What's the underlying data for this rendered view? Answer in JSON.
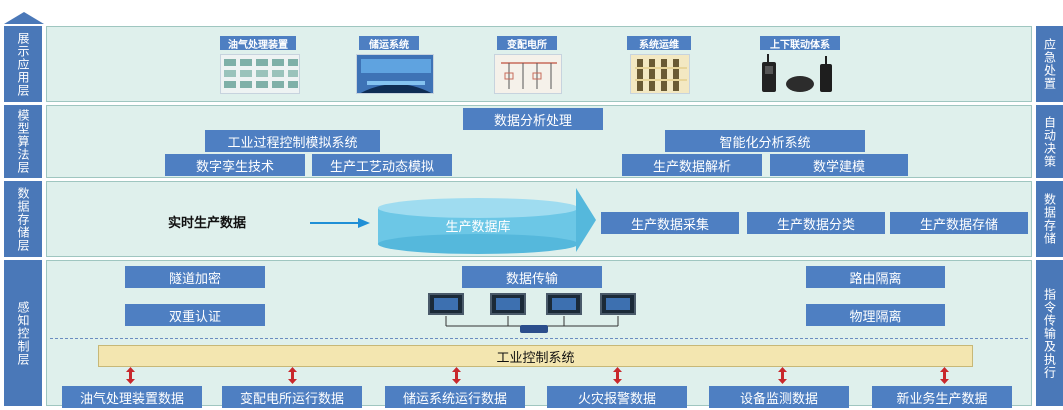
{
  "colors": {
    "side_bar": "#4a78b8",
    "layer_bg": "#dff0ec",
    "chip": "#4e7fc2",
    "ics_bar": "#f3e6b0",
    "arrow": "#c8282c",
    "db": "#6cc7e6"
  },
  "left_labels": [
    "展示应用层",
    "模型算法层",
    "数据存储层",
    "感知控制层"
  ],
  "right_labels": [
    "应急处置",
    "自动决策",
    "数据存储",
    "指令传输及执行"
  ],
  "display_layer": {
    "items": [
      "油气处理装置",
      "储运系统",
      "变配电所",
      "系统运维",
      "上下联动体系"
    ]
  },
  "model_layer": {
    "data_analysis": "数据分析处理",
    "ics_simulation": "工业过程控制模拟系统",
    "digital_twin": "数字孪生技术",
    "process_dynamic": "生产工艺动态模拟",
    "intelligent_analysis": "智能化分析系统",
    "data_parsing": "生产数据解析",
    "math_modeling": "数学建模"
  },
  "storage_layer": {
    "realtime": "实时生产数据",
    "database": "生产数据库",
    "collect": "生产数据采集",
    "classify": "生产数据分类",
    "store": "生产数据存储"
  },
  "control_layer": {
    "tunnel": "隧道加密",
    "transfer": "数据传输",
    "routing": "路由隔离",
    "dual_auth": "双重认证",
    "physical": "物理隔离",
    "ics": "工业控制系统",
    "bottom": [
      "油气处理装置数据",
      "变配电所运行数据",
      "储运系统运行数据",
      "火灾报警数据",
      "设备监测数据",
      "新业务生产数据"
    ]
  }
}
